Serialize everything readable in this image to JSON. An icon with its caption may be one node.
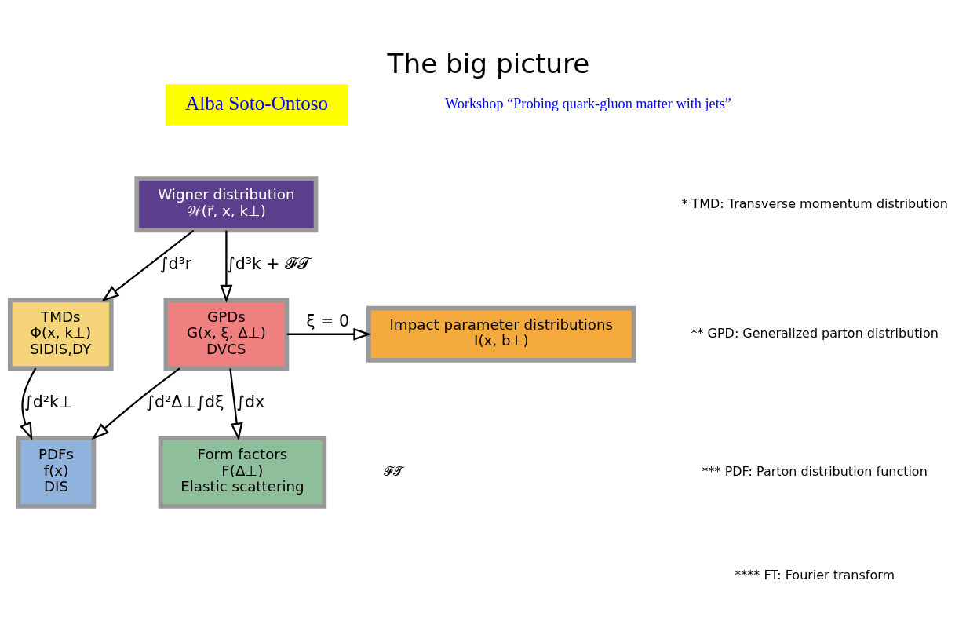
{
  "diagram": {
    "title": "The big picture",
    "nodes": [
      {
        "text": [
          "Wigner distribution",
          "𝒲(r⃗, x, k⊥)"
        ]
      },
      {
        "text": [
          "TMDs",
          "Φ(x, k⊥)",
          "SIDIS,DY"
        ]
      },
      {
        "text": [
          "GPDs",
          "G(x, ξ, Δ⊥)",
          "DVCS"
        ]
      },
      {
        "text": [
          "Impact parameter distributions",
          "I(x, b⊥)"
        ]
      },
      {
        "text": [
          "PDFs",
          "f(x)",
          "DIS"
        ]
      },
      {
        "text": [
          "Form factors",
          "F(Δ⊥)",
          "Elastic scattering"
        ]
      }
    ],
    "edges": [
      {
        "from": 0,
        "to": 1,
        "arrow": "to",
        "label": "∫d³r"
      },
      {
        "from": 0,
        "to": 2,
        "arrow": "to",
        "label": "∫d³k + 𝓕𝓣"
      },
      {
        "from": 2,
        "to": 3,
        "arrow": "to",
        "label": "ξ = 0"
      },
      {
        "from": 1,
        "to": 4,
        "arrow": "to",
        "label": "∫d²k⊥"
      },
      {
        "from": 2,
        "to": 4,
        "arrow": "to",
        "label": "∫d²Δ⊥∫dξ"
      },
      {
        "from": 2,
        "to": 5,
        "arrow": "to",
        "label": "∫dx"
      }
    ],
    "labels": [
      "Alba Soto-Ontoso",
      "Workshop “Probing quark-gluon matter with jets”",
      "* TMD: Transverse momentum distribution",
      "** GPD: Generalized parton distribution",
      "*** PDF: Parton distribution function",
      "**** FT: Fourier transform",
      "𝓕𝓣"
    ]
  }
}
